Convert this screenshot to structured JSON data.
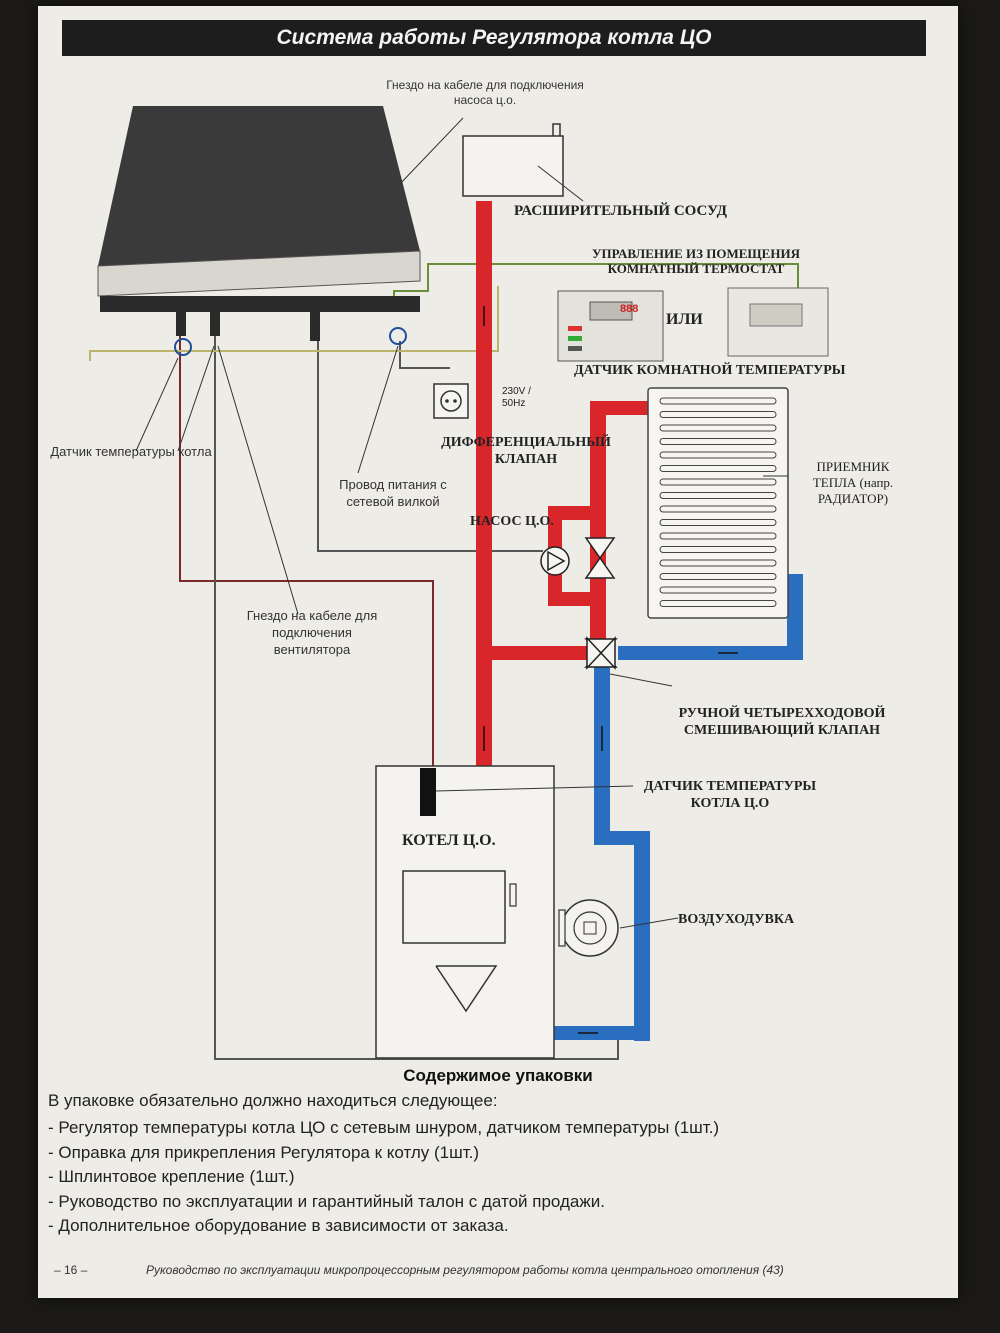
{
  "page_title": "Система работы Регулятора котла ЦО",
  "labels": {
    "pump_socket": "Гнездо на кабеле для подключения насоса ц.о.",
    "expansion_vessel": "РАСШИРИТЕЛЬНЫЙ СОСУД",
    "room_control": "УПРАВЛЕНИЕ ИЗ ПОМЕЩЕНИЯ КОМНАТНЫЙ ТЕРМОСТАТ",
    "or": "ИЛИ",
    "room_temp_sensor": "ДАТЧИК КОМНАТНОЙ ТЕМПЕРАТУРЫ",
    "voltage": "230V / 50Hz",
    "diff_valve": "ДИФФЕРЕНЦИАЛЬНЫЙ КЛАПАН",
    "boiler_temp_sensor_left": "Датчик температуры котла",
    "power_cable": "Провод питания с сетевой вилкой",
    "pump": "НАСОС Ц.О.",
    "heat_receiver": "ПРИЕМНИК ТЕПЛА (напр. РАДИАТОР)",
    "fan_socket": "Гнездо на кабеле для подключения вентилятора",
    "mixing_valve": "РУЧНОЙ ЧЕТЫРЕХХОДОВОЙ СМЕШИВАЮЩИЙ КЛАПАН",
    "boiler_temp_sensor_right": "ДАТЧИК ТЕМПЕРАТУРЫ КОТЛА Ц.О",
    "boiler": "КОТЕЛ Ц.О.",
    "blower": "ВОЗДУХОДУВКА",
    "thermostat_display": "888"
  },
  "contents": {
    "title": "Содержимое упаковки",
    "intro": "В упаковке обязательно должно находиться следующее:",
    "items": [
      "- Регулятор температуры котла ЦО с сетевым шнуром, датчиком температуры (1шт.)",
      "- Оправка для прикрепления Регулятора к котлу (1шт.)",
      "- Шплинтовое крепление (1шт.)",
      "- Руководство по эксплуатации и гарантийный талон с датой продажи.",
      "- Дополнительное оборудование в зависимости от заказа."
    ]
  },
  "footer": {
    "page_number": "– 16 –",
    "text": "Руководство по эксплуатации микропроцессорным регулятором работы котла центрального отопления (43)"
  },
  "colors": {
    "hot_pipe": "#d9262b",
    "cold_pipe": "#2a6fbf",
    "cable_green": "#6a8f3a",
    "cable_dark_red": "#7a2a2a",
    "wire_gray": "#555555",
    "controller_body": "#3a3a3a"
  }
}
